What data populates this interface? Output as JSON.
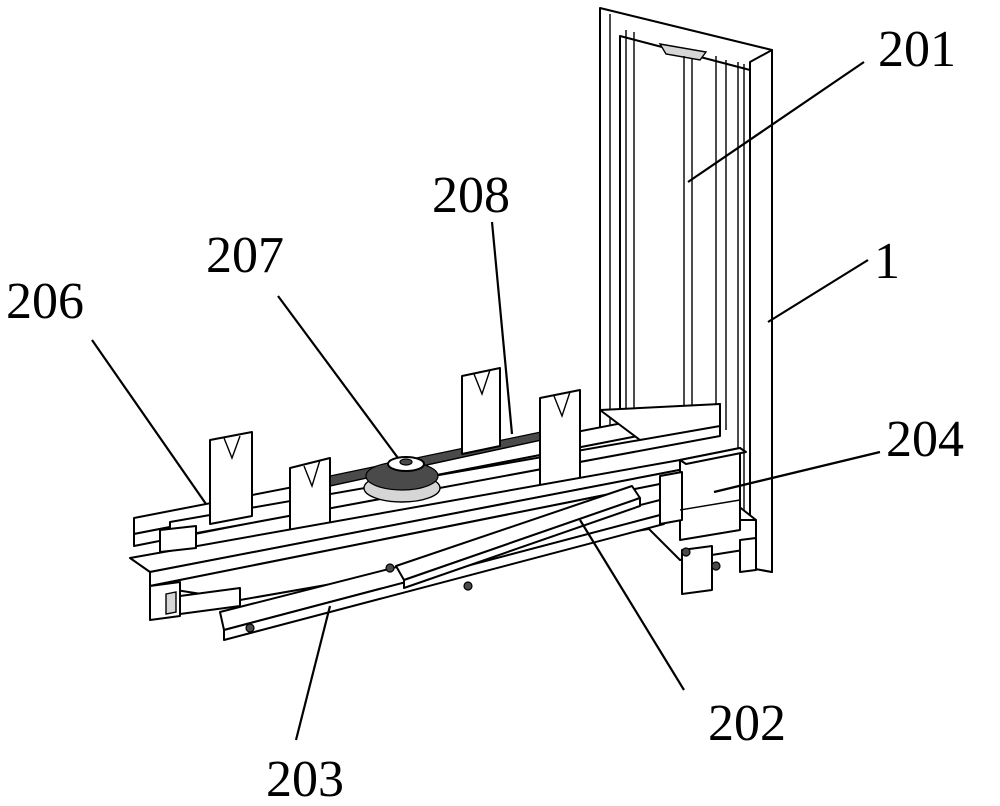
{
  "labels": [
    {
      "id": "201",
      "text": "201"
    },
    {
      "id": "208",
      "text": "208"
    },
    {
      "id": "207",
      "text": "207"
    },
    {
      "id": "206",
      "text": "206"
    },
    {
      "id": "1",
      "text": "1"
    },
    {
      "id": "204",
      "text": "204"
    },
    {
      "id": "202",
      "text": "202"
    },
    {
      "id": "203",
      "text": "203"
    }
  ]
}
